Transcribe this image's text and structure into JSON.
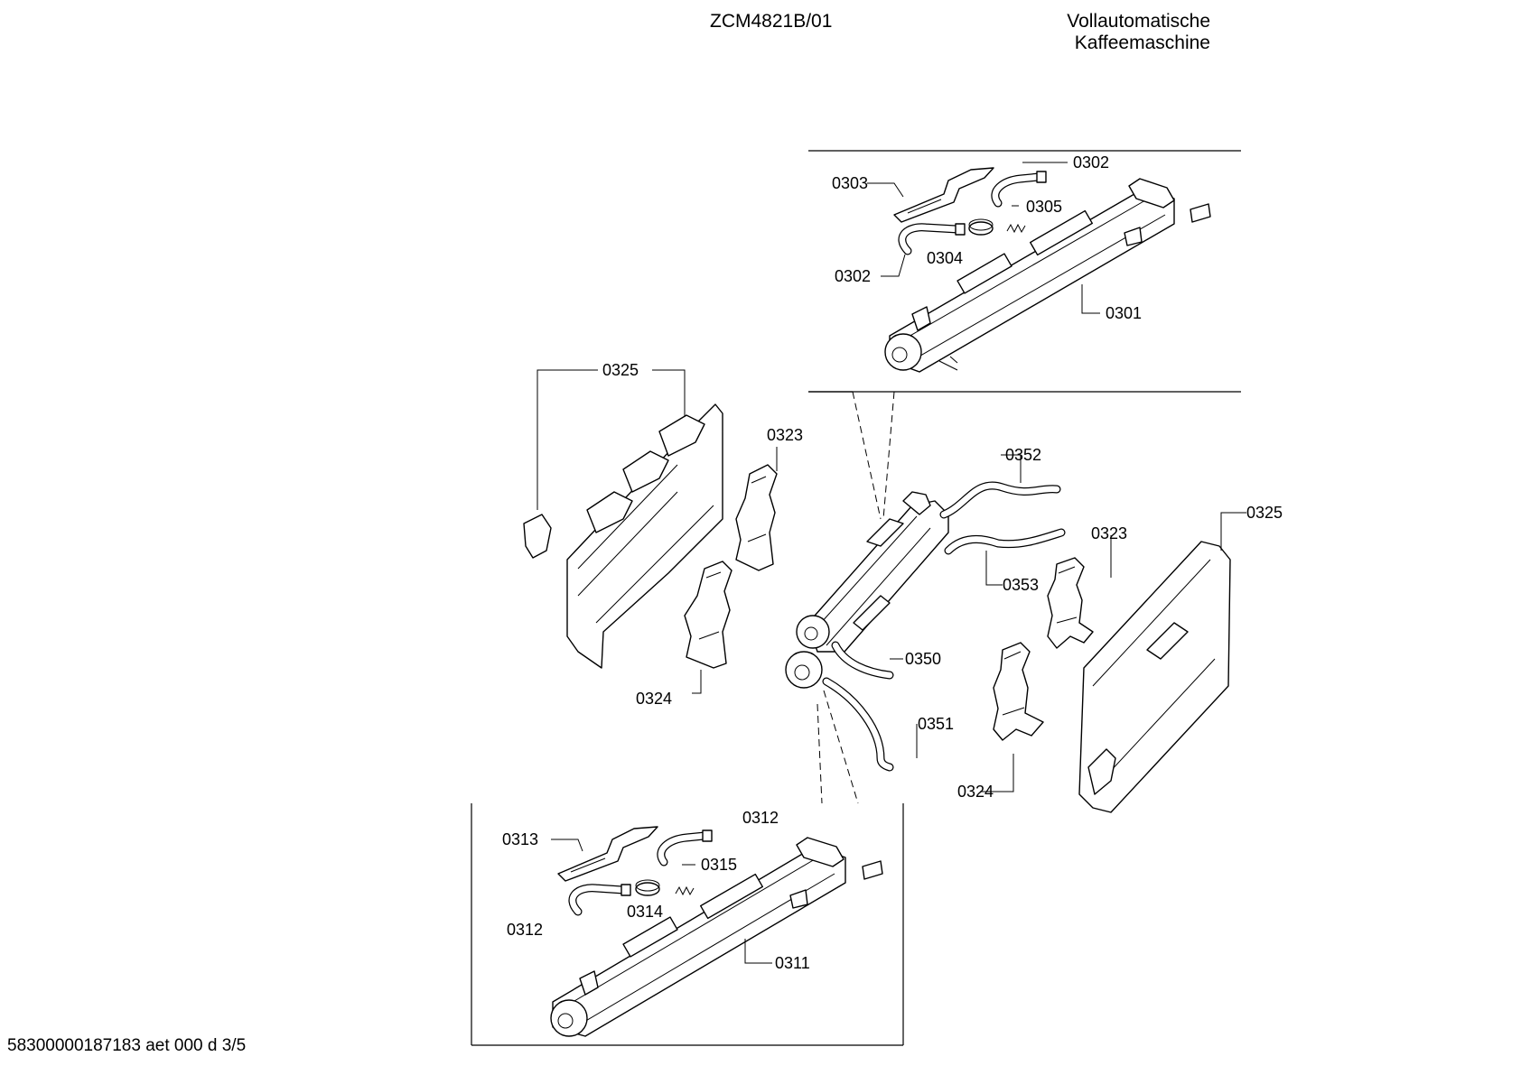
{
  "header": {
    "model": "ZCM4821B/01",
    "description_line1": "Vollautomatische",
    "description_line2": "Kaffeemaschine"
  },
  "footer": {
    "doc_code": "58300000187183 aet 000 d 3/5"
  },
  "parts": {
    "p0301": "0301",
    "p0302": "0302",
    "p0303": "0303",
    "p0304": "0304",
    "p0305": "0305",
    "p0311": "0311",
    "p0312": "0312",
    "p0313": "0313",
    "p0314": "0314",
    "p0315": "0315",
    "p0323": "0323",
    "p0324": "0324",
    "p0325": "0325",
    "p0350": "0350",
    "p0351": "0351",
    "p0352": "0352",
    "p0353": "0353"
  }
}
